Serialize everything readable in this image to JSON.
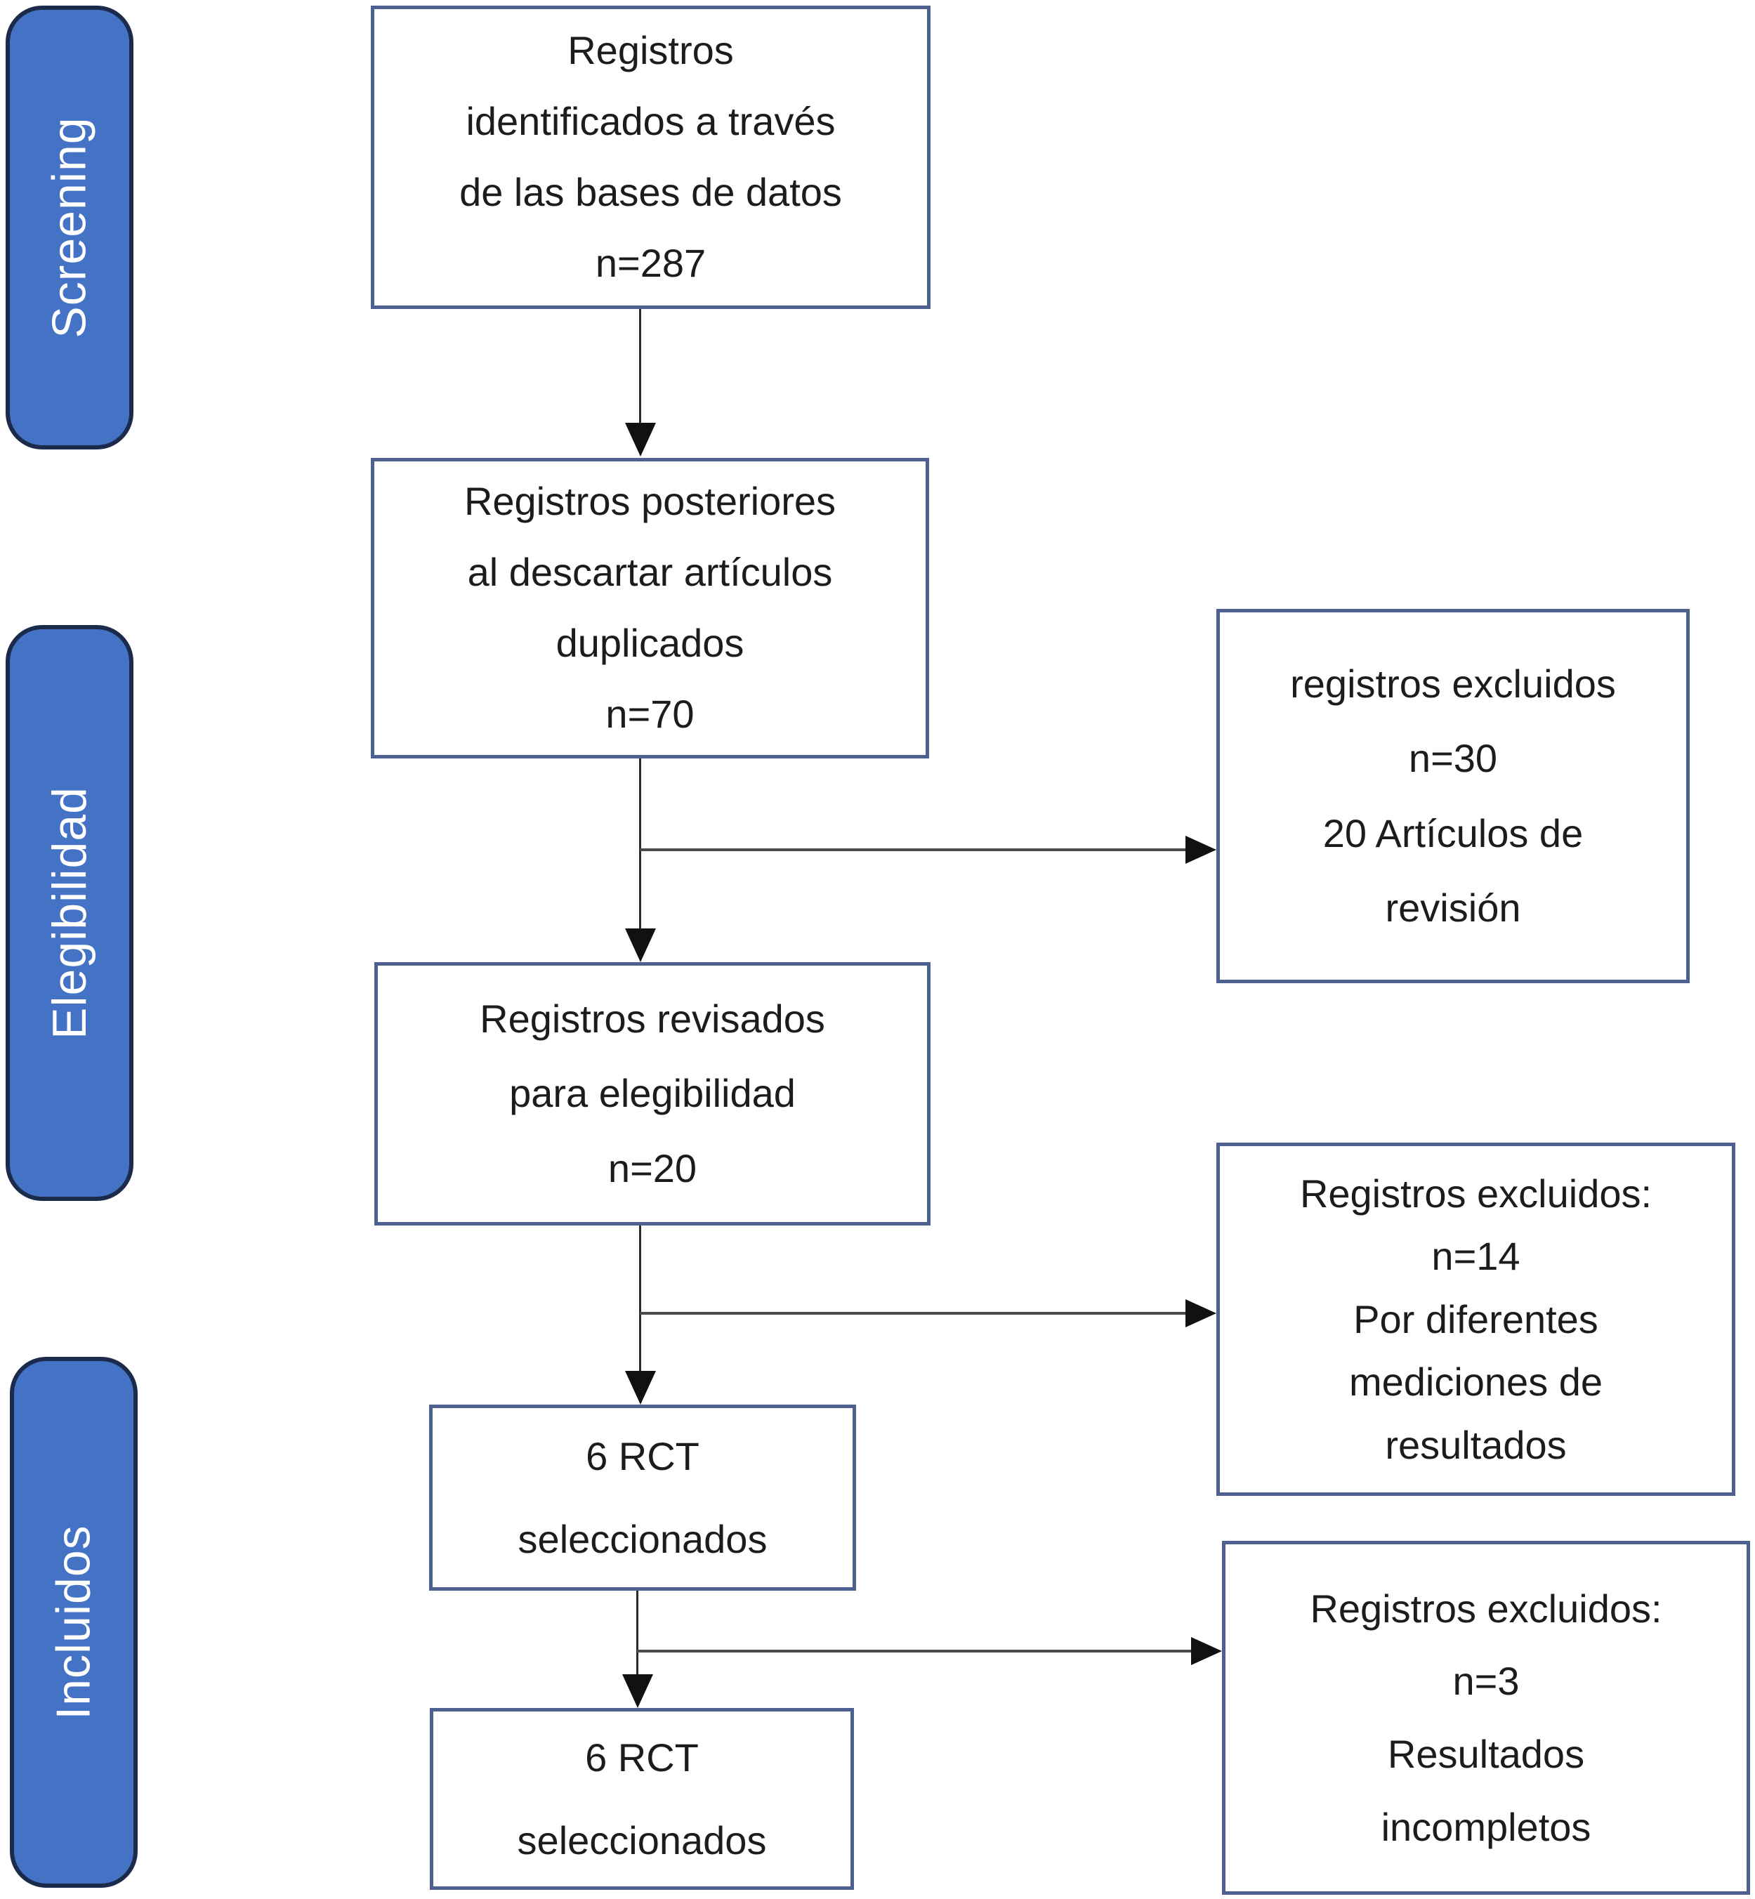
{
  "stages": [
    {
      "id": "screening",
      "label": "Screening"
    },
    {
      "id": "elegibilidad",
      "label": "Elegibilidad"
    },
    {
      "id": "incluidos",
      "label": "Incluidos"
    }
  ],
  "main_flow": [
    {
      "id": "identificados",
      "n": 287,
      "text": "Registros\nidentificados a través\nde las bases de datos\nn=287"
    },
    {
      "id": "sin-duplicados",
      "n": 70,
      "text": "Registros posteriores\nal descartar artículos\nduplicados\nn=70"
    },
    {
      "id": "revisados",
      "n": 20,
      "text": "Registros revisados\npara elegibilidad\nn=20"
    },
    {
      "id": "rct-seleccionados-1",
      "n": 6,
      "text": "6 RCT\nseleccionados"
    },
    {
      "id": "rct-seleccionados-2",
      "n": 6,
      "text": "6 RCT\nseleccionados"
    }
  ],
  "exclusions": [
    {
      "id": "excluidos-n30",
      "n": 30,
      "reason": "20 Artículos de revisión",
      "text": "registros excluidos\nn=30\n20 Artículos de\nrevisión"
    },
    {
      "id": "excluidos-n14",
      "n": 14,
      "reason": "Por diferentes mediciones de resultados",
      "text": "Registros excluidos:\nn=14\nPor diferentes\nmediciones de\nresultados"
    },
    {
      "id": "excluidos-n3",
      "n": 3,
      "reason": "Resultados incompletos",
      "text": "Registros excluidos:\nn=3\nResultados\nincompletos"
    }
  ],
  "colors": {
    "stage_fill": "#4472c4",
    "stage_border": "#1c2a4c",
    "box_border": "#4e6090",
    "arrow_color": "#2a2a2a",
    "branch_color": "#4a4a4a",
    "text_color": "#1c1c1c",
    "stage_text_color": "#ffffff"
  }
}
